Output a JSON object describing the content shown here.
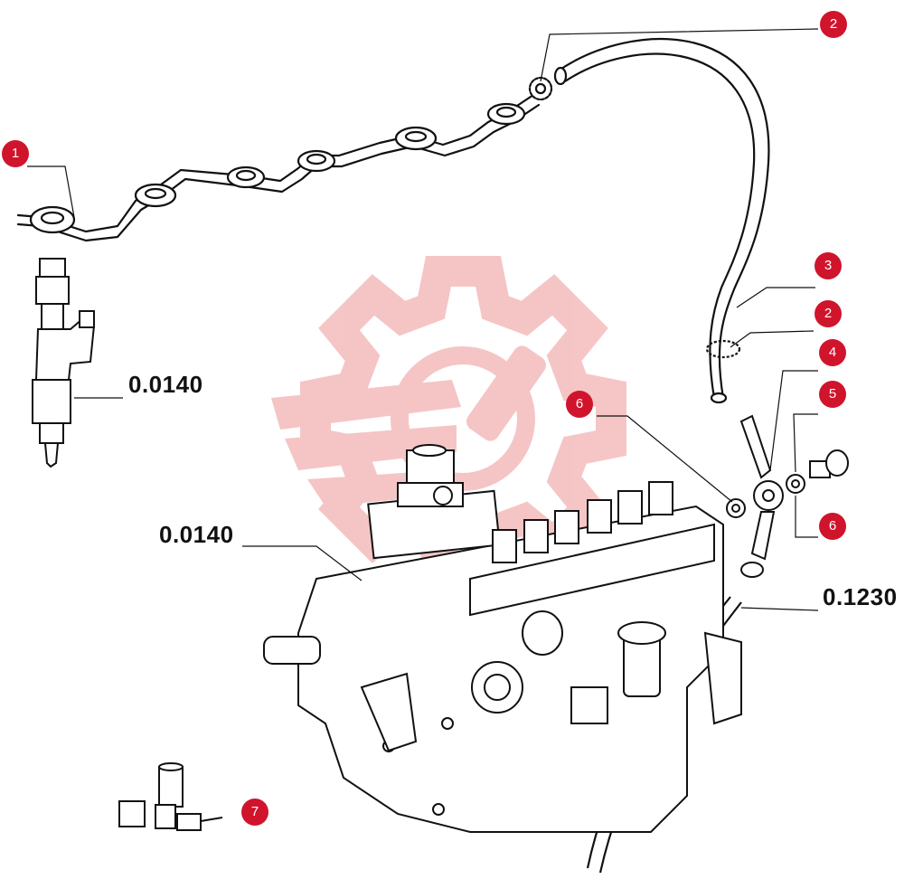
{
  "accent_color": "#d0142c",
  "line_color": "#111111",
  "watermark_color": "#f3b9b9",
  "callouts": {
    "c1": "1",
    "c2a": "2",
    "c3": "3",
    "c2b": "2",
    "c4": "4",
    "c5": "5",
    "c6a": "6",
    "c6b": "6",
    "c7": "7"
  },
  "refs": {
    "injector": "0.0140",
    "pump": "0.0140",
    "pipe": "0.1230"
  },
  "icons": {
    "watermark": "gear-wrench-logo-icon"
  }
}
